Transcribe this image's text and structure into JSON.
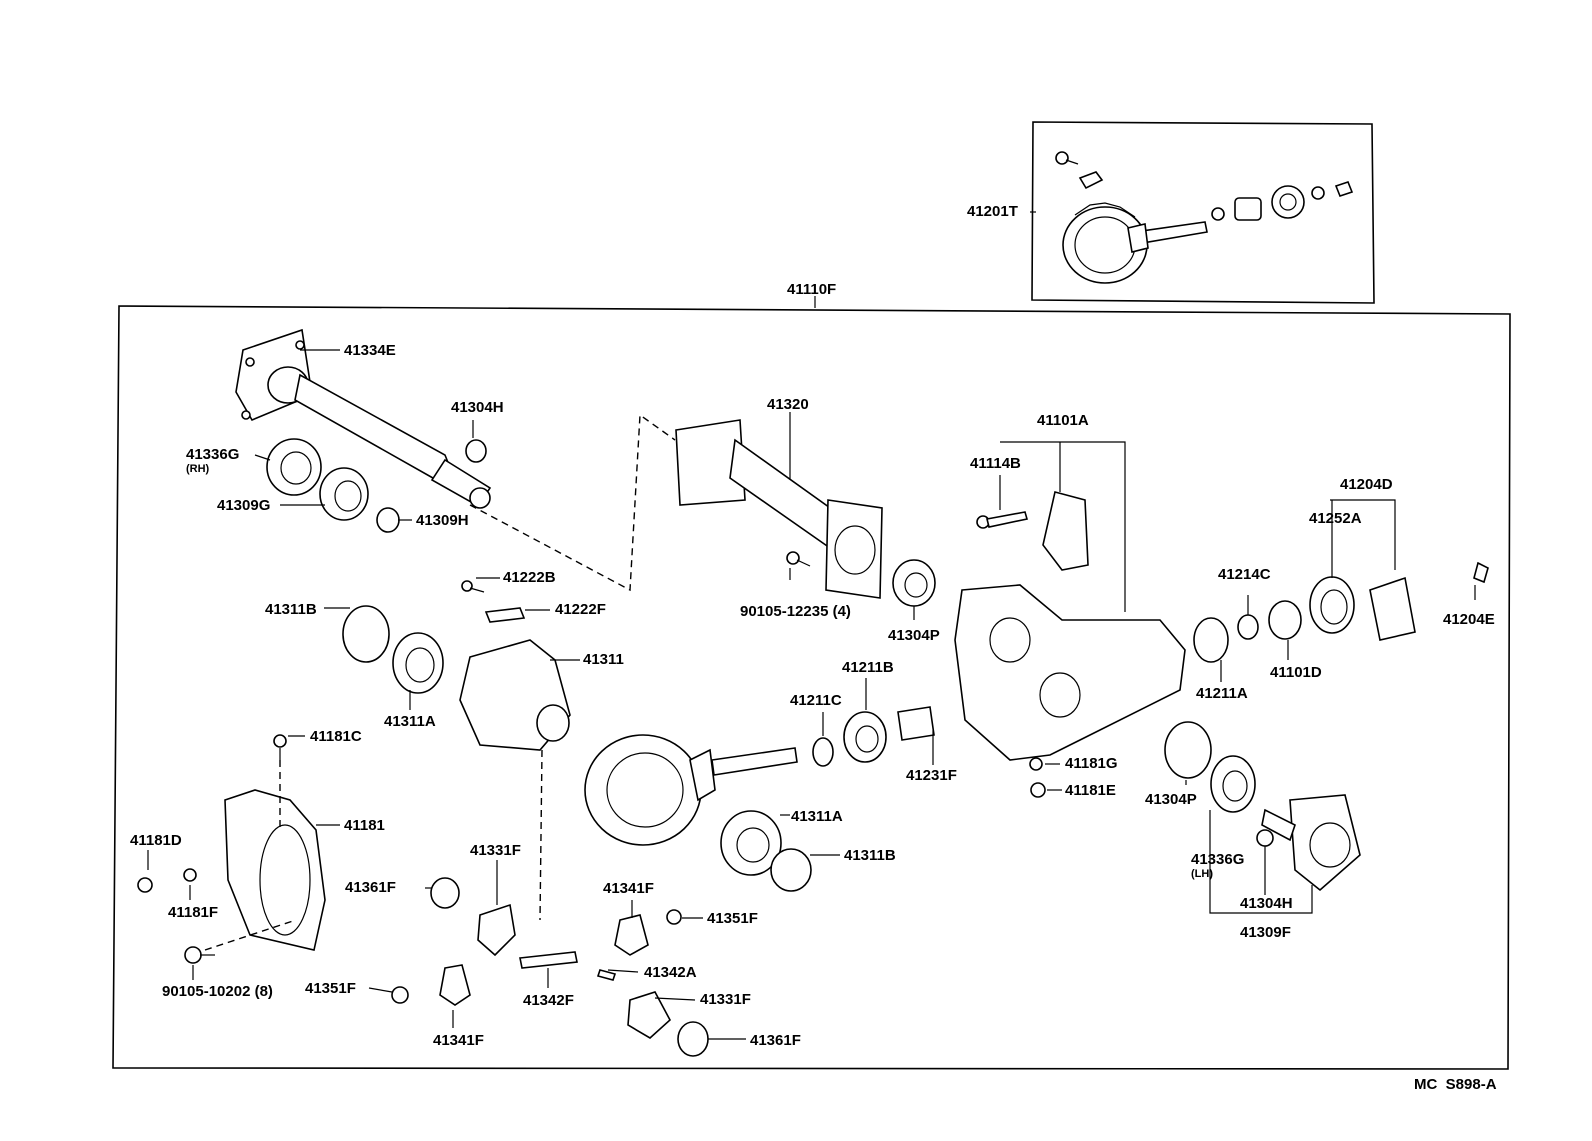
{
  "diagram": {
    "sheet_code": "MC  S898-A",
    "assembly_label": "41110F",
    "inset_label": "41201T",
    "parts": [
      {
        "id": "p_41334E",
        "label": "41334E"
      },
      {
        "id": "p_41304H_a",
        "label": "41304H"
      },
      {
        "id": "p_41336G_rh",
        "label": "41336G",
        "note": "(RH)"
      },
      {
        "id": "p_41309G",
        "label": "41309G"
      },
      {
        "id": "p_41309H",
        "label": "41309H"
      },
      {
        "id": "p_41320",
        "label": "41320"
      },
      {
        "id": "p_90105_12235",
        "label": "90105-12235 (4)"
      },
      {
        "id": "p_41222B",
        "label": "41222B"
      },
      {
        "id": "p_41222F",
        "label": "41222F"
      },
      {
        "id": "p_41311B_a",
        "label": "41311B"
      },
      {
        "id": "p_41311",
        "label": "41311"
      },
      {
        "id": "p_41311A_a",
        "label": "41311A"
      },
      {
        "id": "p_41181C",
        "label": "41181C"
      },
      {
        "id": "p_41181",
        "label": "41181"
      },
      {
        "id": "p_41181D",
        "label": "41181D"
      },
      {
        "id": "p_41181F",
        "label": "41181F"
      },
      {
        "id": "p_90105_10202",
        "label": "90105-10202 (8)"
      },
      {
        "id": "p_41331F_a",
        "label": "41331F"
      },
      {
        "id": "p_41361F_a",
        "label": "41361F"
      },
      {
        "id": "p_41351F_a",
        "label": "41351F"
      },
      {
        "id": "p_41341F_a",
        "label": "41341F"
      },
      {
        "id": "p_41342F",
        "label": "41342F"
      },
      {
        "id": "p_41342A",
        "label": "41342A"
      },
      {
        "id": "p_41341F_b",
        "label": "41341F"
      },
      {
        "id": "p_41351F_b",
        "label": "41351F"
      },
      {
        "id": "p_41331F_b",
        "label": "41331F"
      },
      {
        "id": "p_41361F_b",
        "label": "41361F"
      },
      {
        "id": "p_41311A_b",
        "label": "41311A"
      },
      {
        "id": "p_41311B_b",
        "label": "41311B"
      },
      {
        "id": "p_41211C",
        "label": "41211C"
      },
      {
        "id": "p_41211B",
        "label": "41211B"
      },
      {
        "id": "p_41231F",
        "label": "41231F"
      },
      {
        "id": "p_41304P_a",
        "label": "41304P"
      },
      {
        "id": "p_41101A",
        "label": "41101A"
      },
      {
        "id": "p_41114B",
        "label": "41114B"
      },
      {
        "id": "p_41181G",
        "label": "41181G"
      },
      {
        "id": "p_41181E",
        "label": "41181E"
      },
      {
        "id": "p_41214C",
        "label": "41214C"
      },
      {
        "id": "p_41211A",
        "label": "41211A"
      },
      {
        "id": "p_41101D",
        "label": "41101D"
      },
      {
        "id": "p_41204D",
        "label": "41204D"
      },
      {
        "id": "p_41252A",
        "label": "41252A"
      },
      {
        "id": "p_41204E",
        "label": "41204E"
      },
      {
        "id": "p_41304P_b",
        "label": "41304P"
      },
      {
        "id": "p_41336G_lh",
        "label": "41336G",
        "note": "(LH)"
      },
      {
        "id": "p_41304H_b",
        "label": "41304H"
      },
      {
        "id": "p_41309F",
        "label": "41309F"
      }
    ]
  }
}
